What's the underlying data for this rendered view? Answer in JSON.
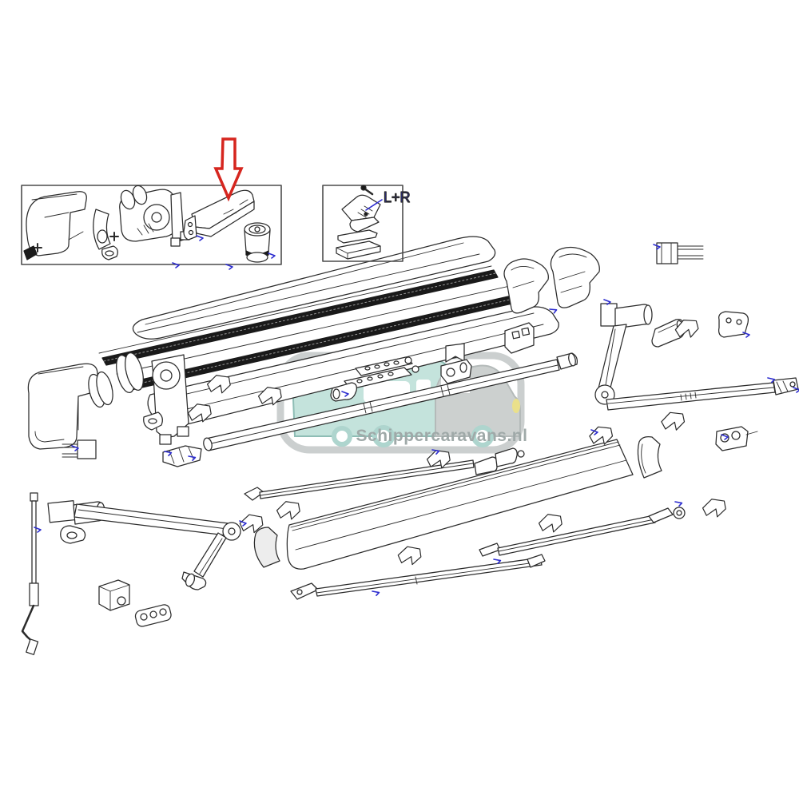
{
  "diagram": {
    "kind": "exploded-parts-diagram",
    "annotations": {
      "highlight_arrow": {
        "shape": "down-arrow-outline",
        "color": "#d6261f"
      },
      "lr_label": {
        "text": "L+R",
        "color": "#2d2dcf"
      }
    },
    "watermark": {
      "text": "Schippercaravans.nl",
      "text_color": "#97a2a1",
      "frame_color": "#c7cccb",
      "caravan_color": "#c0e1da",
      "caravan_outline": "#85b8af",
      "car_color": "#c8cdcc",
      "wheel_color": "#a8d2ca",
      "headlight_color": "#e9de82"
    },
    "colors": {
      "background": "#ffffff",
      "line": "#2b2b2b",
      "seal_strip": "#1a1a1a",
      "inset_box_border": "#4c4c4c",
      "detail_marks": "#2d2dcf"
    },
    "parts": [
      "end-cap-part",
      "curved-bracket-part",
      "gear-motor-part",
      "receiver-box-part",
      "roller-adapter-part",
      "wall-bracket-lr-part",
      "spacer-strip-parts",
      "cover-top-profile",
      "seal-strips",
      "cover-front-panel",
      "left-end-assembly",
      "roller-tube",
      "spring-insert",
      "right-end-cap-shells",
      "wall-prong-bracket",
      "support-arm-right",
      "support-arm-left",
      "crank-rod",
      "lead-rail",
      "rafter-rod-upper",
      "rafter-rod-lower-left",
      "rafter-rod-lower-right",
      "mounting-rail-segments",
      "mounting-clips"
    ]
  }
}
